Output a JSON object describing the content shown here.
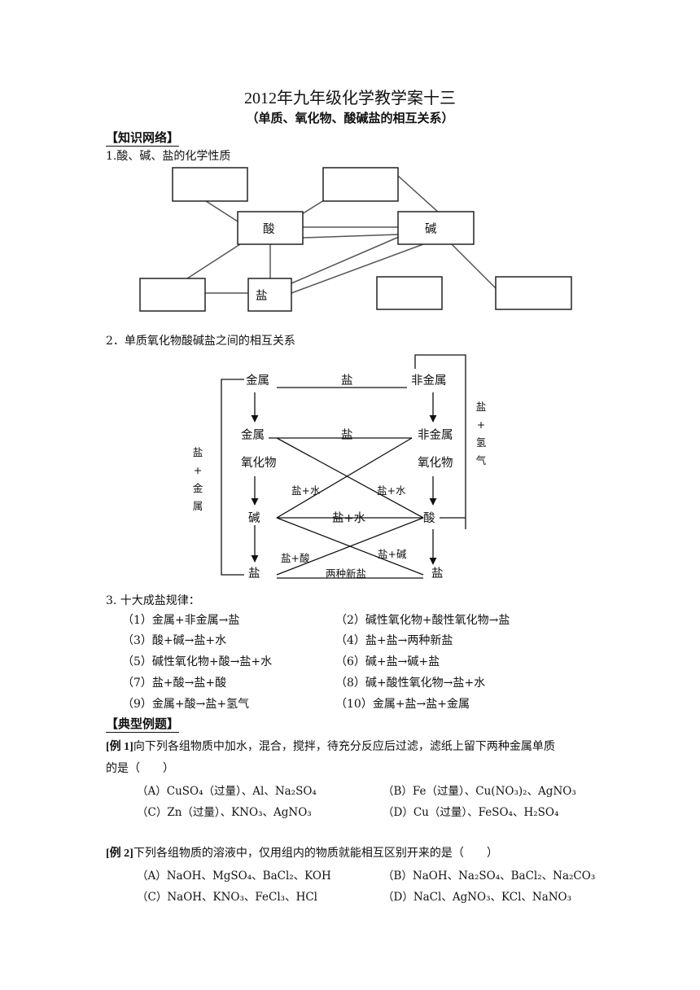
{
  "title": "2012年九年级化学教学案十三",
  "subtitle": "（单质、氧化物、酸碱盐的相互关系）",
  "section1": "【知识网络】",
  "item1_heading": "1.酸、碱、盐的化学性质",
  "network": {
    "acid": "酸",
    "base": "碱",
    "salt": "盐"
  },
  "item2_heading": "2．单质氧化物酸碱盐之间的相互关系",
  "relation": {
    "metal": "金属",
    "nonmetal": "非金属",
    "salt_top": "盐",
    "metal_ox_1": "金属",
    "metal_ox_2": "氧化物",
    "nonmetal_ox_1": "非金属",
    "nonmetal_ox_2": "氧化物",
    "salt_mid": "盐",
    "base": "碱",
    "acid": "酸",
    "salt_water_left": "盐+水",
    "salt_water_right": "盐+水",
    "salt_water_mid": "盐+水",
    "salt_acid": "盐+酸",
    "salt_base": "盐+碱",
    "two_salts": "两种新盐",
    "salt_bl": "盐",
    "salt_br": "盐",
    "left_side": [
      "盐",
      "+",
      "金",
      "属"
    ],
    "right_side": [
      "盐",
      "+",
      "氢",
      "气"
    ]
  },
  "item3_heading": "3. 十大成盐规律：",
  "rules": [
    "（1）金属+非金属→盐",
    "（2）碱性氧化物+酸性氧化物→盐",
    "（3）酸+碱→盐+水",
    "（4）盐+盐→两种新盐",
    "（5）碱性氧化物+酸→盐+水",
    "（6）碱+盐→碱+盐",
    "（7）盐+酸→盐+酸",
    "（8）碱+酸性氧化物→盐+水",
    "（9）金属+酸→盐+氢气",
    "（10）金属+盐→盐+金属"
  ],
  "section2": "【典型例题】",
  "ex1": {
    "label": "[例 1]",
    "line1": "向下列各组物质中加水，混合，搅拌，待充分反应后过滤，滤纸上留下两种金属单质",
    "line2": "的是（　　）",
    "A": "（A）CuSO₄（过量）、Al、Na₂SO₄",
    "B": "（B）Fe（过量）、Cu(NO₃)₂、AgNO₃",
    "C": "（C）Zn（过量）、KNO₃、AgNO₃",
    "D": "（D）Cu（过量）、FeSO₄、H₂SO₄"
  },
  "ex2": {
    "label": "[例 2]",
    "line1": "下列各组物质的溶液中，仅用组内的物质就能相互区别开来的是（　　）",
    "A": "（A）NaOH、MgSO₄、BaCl₂、KOH",
    "B": "（B）NaOH、Na₂SO₄、BaCl₂、Na₂CO₃",
    "C": "（C）NaOH、KNO₃、FeCl₃、HCl",
    "D": "（D）NaCl、AgNO₃、KCl、NaNO₃"
  }
}
